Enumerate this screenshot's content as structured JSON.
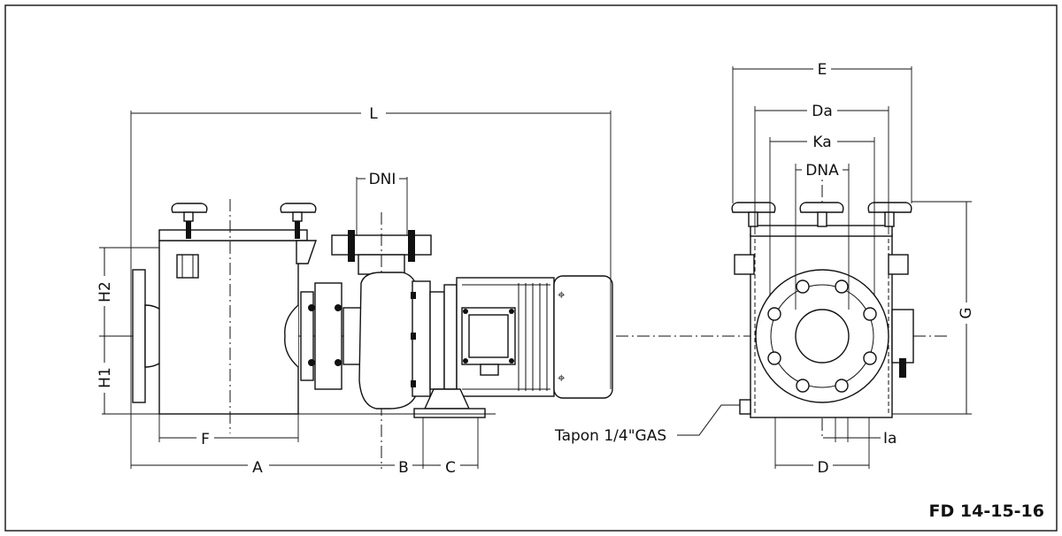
{
  "drawing_code": "FD 14-15-16",
  "dimensions": {
    "L": "L",
    "A": "A",
    "B": "B",
    "C": "C",
    "F": "F",
    "H1": "H1",
    "H2": "H2",
    "DNI": "DNI",
    "E": "E",
    "Da": "Da",
    "Ka": "Ka",
    "DNA": "DNA",
    "G": "G",
    "D": "D",
    "Ia": "Ia"
  },
  "notes": {
    "drain_plug": "Tapon 1/4\"GAS"
  }
}
